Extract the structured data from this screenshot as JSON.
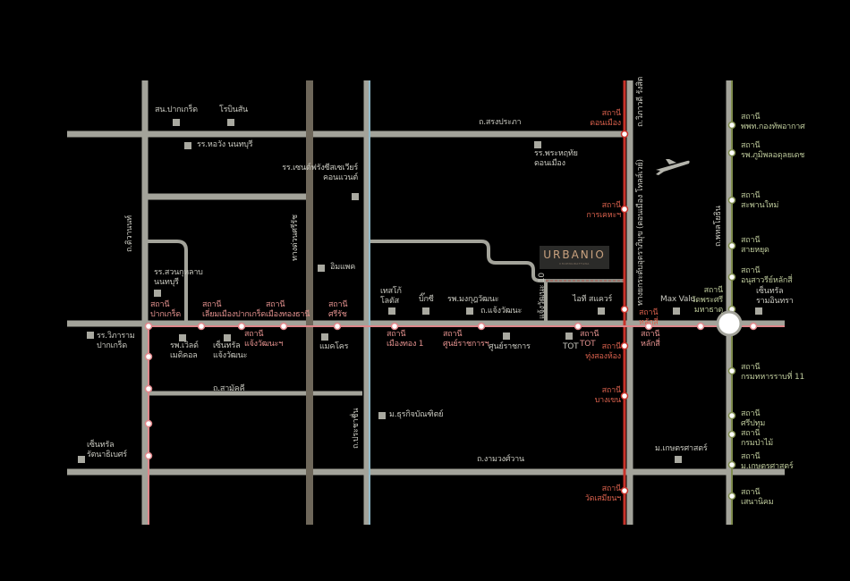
{
  "logo": {
    "name": "URBANIO",
    "subtitle": "CHAENGWATTANA"
  },
  "roads": [
    "ถ.สรงประภา",
    "ถ.ติวานนท์",
    "ทางด่วนศรีรัช",
    "ถ.วิภาวดี รังสิต",
    "ทางยกระดับอุตราภิมุข (ดอนเมือง โทลล์เวย์)",
    "ถ.พหลโยธิน",
    "ถ.แจ้งวัฒนะ",
    "แจ้งวัฒนะ 10",
    "ถ.สามัคคี",
    "ถ.ประชาชื่น",
    "ถ.งามวงศ์วาน"
  ],
  "places": [
    "สน.ปากเกร็ด",
    "โรบินสัน",
    "รร.หอวัง นนทบุรี",
    "รร.เซนต์ฟรังซีสเซเวียร์\nคอนแวนต์",
    "อิมแพค",
    "รร.สวนกุหลาบ\nนนทบุรี",
    "รร.พระหฤทัย\nดอนเมือง",
    "เทสโก้\nโลตัส",
    "บิ๊กซี",
    "รพ.มงกุฎวัฒนะ",
    "ไอที สแควร์",
    "Max Valu",
    "เซ็นทรัล\nรามอินทรา",
    "รร.วิภาราม\nปากเกร็ด",
    "รพ.เวิลด์\nเมดิคอล",
    "เซ็นทรัล\nแจ้งวัฒนะ",
    "แมคโคร",
    "ศูนย์ราชการ",
    "TOT",
    "ม.ธุรกิจบัณฑิตย์",
    "เซ็นทรัล\nรัตนาธิเบศร์",
    "ม.เกษตรศาสตร์"
  ],
  "pink_stations": [
    "สถานี\nปากเกร็ด",
    "สถานี\nเลี่ยมเมืองปากเกร็ด",
    "สถานี\nเมืองทองธานี",
    "สถานี\nศรีรัช",
    "สถานี\nแจ้งวัฒนะฯ",
    "สถานี\nเมืองทอง 1",
    "สถานี\nศูนย์ราชการฯ",
    "สถานี\nTOT",
    "สถานี\nหลักสี่"
  ],
  "red_stations": [
    "สถานี\nดอนเมือง",
    "สถานี\nการเคหะฯ",
    "สถานี\nหลักสี่",
    "สถานี\nทุ่งสองห้อง",
    "สถานี\nบางเขน",
    "สถานี\nวัดเสมียนฯ"
  ],
  "green_stations": [
    "สถานี\nพพท.กองทัพอากาศ",
    "สถานี\nรพ.ภูมิพลอดุลยเดช",
    "สถานี\nสะพานใหม่",
    "สถานี\nสายหยุด",
    "สถานี\nอนุสาวรีย์หลักสี่",
    "สถานี\nวัดพระศรี\nมหาธาตุ",
    "สถานี\nกรมทหารราบที่ 11",
    "สถานี\nศรีปทุม",
    "สถานี\nกรมป่าไม้",
    "สถานี\nม.เกษตรศาสตร์",
    "สถานี\nเสนานิคม"
  ],
  "colors": {
    "road": "#a3a39a",
    "expressway": "#6e675a",
    "pink_line": "#e0868a",
    "red_line": "#c8332a",
    "green_line": "#7f8c4e",
    "blue_line": "#8fb8c8"
  }
}
